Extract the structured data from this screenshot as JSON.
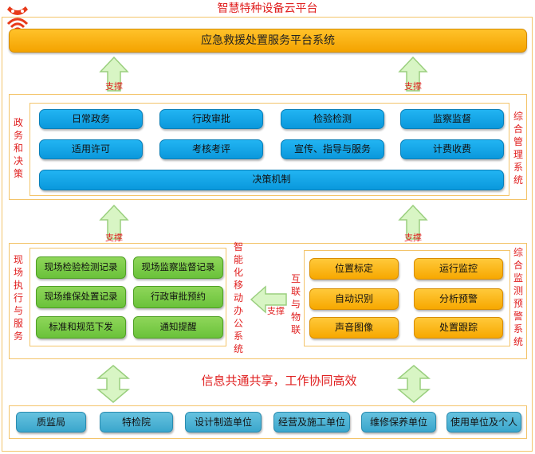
{
  "page": {
    "title": "智慧特种设备云平台"
  },
  "logo": {
    "icon": "wifi-cloud-logo-icon",
    "color": "#e83a1a"
  },
  "top_banner": {
    "label": "应急救援处置服务平台系统"
  },
  "support_label": "支撑",
  "governance": {
    "left_label": "政务和决策",
    "right_label": "综合管理系统",
    "items": [
      "日常政务",
      "行政审批",
      "检验检测",
      "监察监督",
      "适用许可",
      "考核考评",
      "宣传、指导与服务",
      "计费收费"
    ],
    "wide_item": "决策机制"
  },
  "field": {
    "left_label": "现场执行与服务",
    "right_label": "智能化移动办公系统",
    "items": [
      "现场检验检测记录",
      "现场监察监督记录",
      "现场维保处置记录",
      "行政审批预约",
      "标准和规范下发",
      "通知提醒"
    ]
  },
  "iot": {
    "left_label": "互联与物联",
    "right_label": "综合监测预警系统",
    "items": [
      "位置标定",
      "运行监控",
      "自动识别",
      "分析预警",
      "声音图像",
      "处置跟踪"
    ]
  },
  "slogan": "信息共通共享，工作协同高效",
  "stakeholders": [
    "质监局",
    "特检院",
    "设计制造单位",
    "经营及施工单位",
    "维修保养单位",
    "使用单位及个人"
  ],
  "colors": {
    "accent_red": "#e02020",
    "orange": "#f7a800",
    "blue": "#0a98dc",
    "green": "#6ac23a",
    "teal": "#3aa6cc",
    "border": "#f3c46a",
    "arrow_fill": "#d8f5c4",
    "arrow_stroke": "#9acf7e"
  }
}
